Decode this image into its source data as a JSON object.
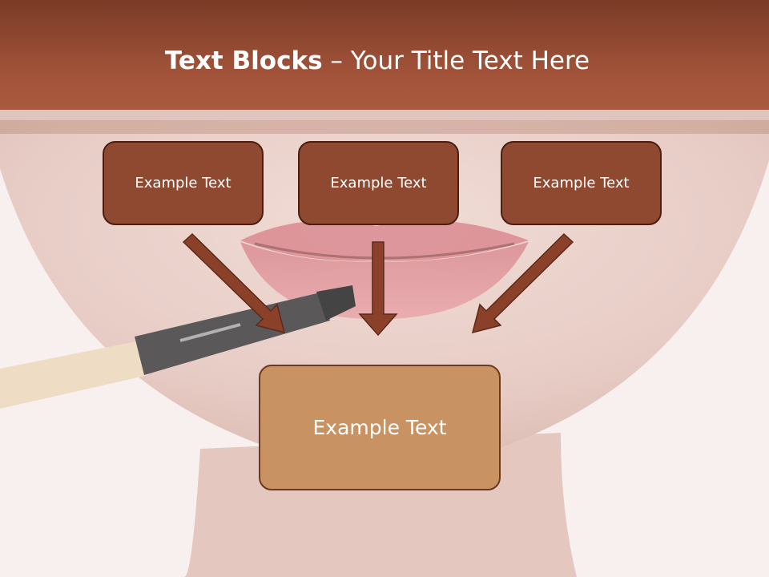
{
  "slide": {
    "title_bold": "Text Blocks",
    "title_dash": " – ",
    "title_rest": "Your Title Text Here"
  },
  "blocks": {
    "top": [
      "Example Text",
      "Example Text",
      "Example Text"
    ],
    "bottom": "Example Text"
  },
  "colors": {
    "title_bar": "#a3543a",
    "top_box_fill": "#8f4931",
    "bottom_box_fill": "#c99262",
    "arrow": "#8a4029",
    "box_border": "#4a1f12"
  }
}
